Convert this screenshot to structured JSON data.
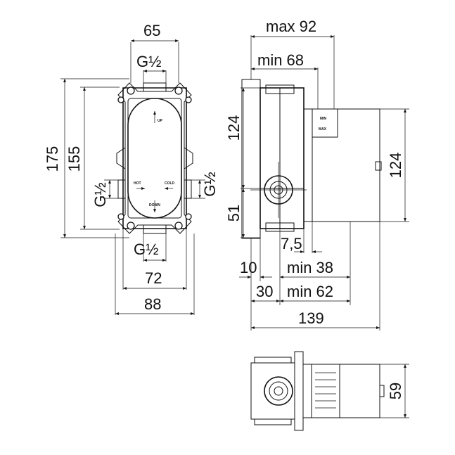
{
  "front_view": {
    "width_top": "65",
    "thread_top": "G½",
    "height_total": "175",
    "height_inner": "155",
    "thread_left": "G½",
    "thread_right": "G½",
    "thread_bottom": "G½",
    "width_inner": "72",
    "width_total": "88",
    "label_up": "UP",
    "label_hot": "HOT",
    "label_cold": "COLD",
    "label_down": "DOWN"
  },
  "side_view": {
    "max_depth": "max 92",
    "min_depth": "min 68",
    "upper_height": "124",
    "lower_height": "51",
    "right_height": "124",
    "d_7_5": "7,5",
    "d_10": "10",
    "min_38": "min 38",
    "d_30": "30",
    "min_62": "min 62",
    "overall": "139",
    "label_min": "MIN",
    "label_max": "MAX"
  },
  "top_view": {
    "height": "59"
  }
}
